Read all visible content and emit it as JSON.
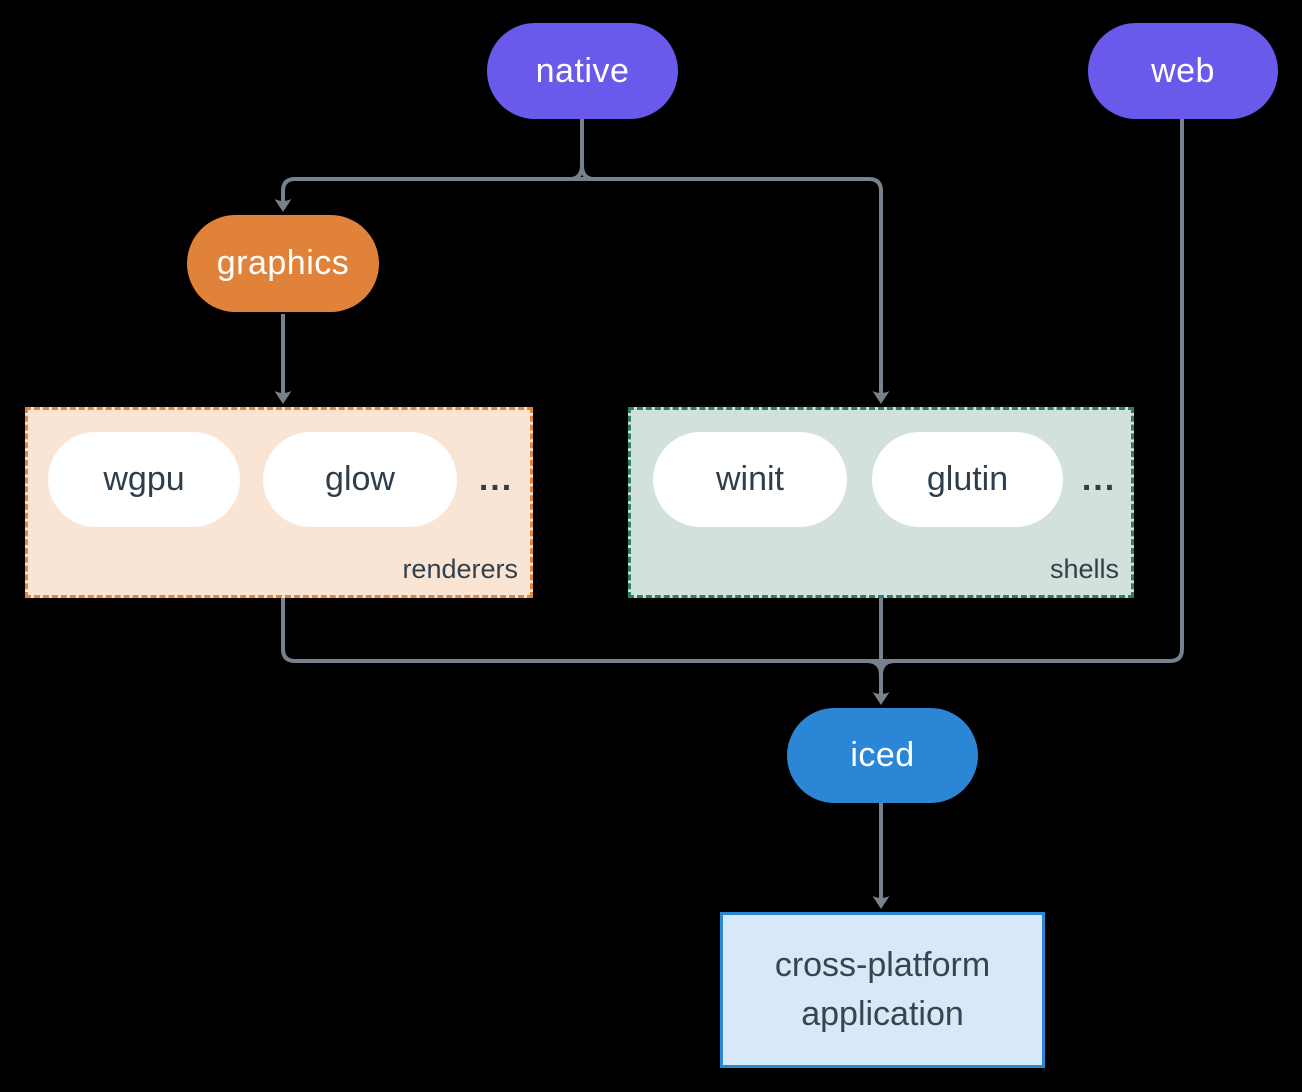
{
  "diagram": {
    "background_color": "#000000",
    "connector_color": "#77828E",
    "nodes": {
      "native": {
        "label": "native",
        "color": "#695AEB"
      },
      "web": {
        "label": "web",
        "color": "#695AEB"
      },
      "graphics": {
        "label": "graphics",
        "color": "#E1823A"
      },
      "iced": {
        "label": "iced",
        "color": "#2C86D6"
      },
      "app": {
        "line1": "cross-platform",
        "line2": "application",
        "bg": "#D7E9F8",
        "border": "#2C86D6"
      }
    },
    "groups": {
      "renderers": {
        "label": "renderers",
        "items": [
          "wgpu",
          "glow"
        ],
        "ellipsis": "...",
        "bg": "#FAE4D4",
        "border": "#E0883E"
      },
      "shells": {
        "label": "shells",
        "items": [
          "winit",
          "glutin"
        ],
        "ellipsis": "...",
        "bg": "#D2E1DB",
        "border": "#2E7D6D"
      }
    },
    "edges": [
      {
        "from": "native",
        "to": "graphics"
      },
      {
        "from": "native",
        "to": "shells"
      },
      {
        "from": "graphics",
        "to": "renderers"
      },
      {
        "from": "renderers",
        "to": "iced"
      },
      {
        "from": "shells",
        "to": "iced"
      },
      {
        "from": "web",
        "to": "iced"
      },
      {
        "from": "iced",
        "to": "app"
      }
    ]
  }
}
